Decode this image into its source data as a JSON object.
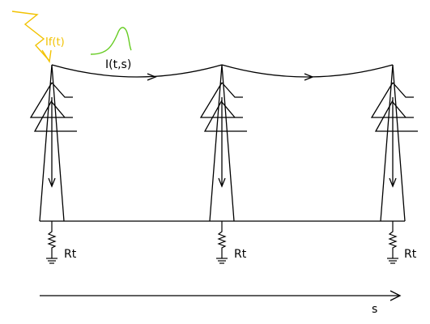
{
  "labels": {
    "lightning_current": "If(t)",
    "wave_current": "I(t,s)",
    "resistance_1": "Rt",
    "resistance_2": "Rt",
    "resistance_3": "Rt",
    "axis": "s"
  },
  "colors": {
    "line": "#000000",
    "lightning": "#f2c200",
    "surge_wave": "#66cc22"
  },
  "icons": {
    "lightning": "lightning-bolt-icon",
    "surge": "surge-waveform-icon",
    "ground": "ground-icon",
    "resistor": "resistor-icon"
  }
}
